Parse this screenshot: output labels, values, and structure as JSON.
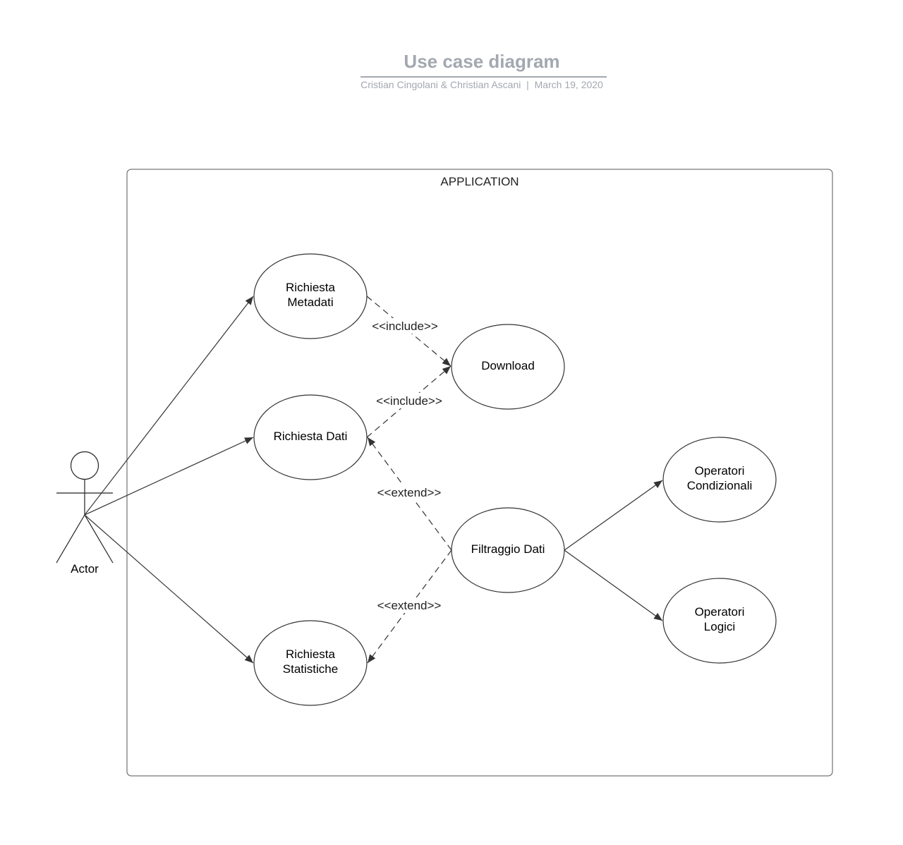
{
  "header": {
    "title": "Use case diagram",
    "authors": "Cristian Cingolani & Christian Ascani",
    "separator": "|",
    "date": "March 19, 2020"
  },
  "system": {
    "label": "APPLICATION"
  },
  "actor": {
    "label": "Actor"
  },
  "use_cases": {
    "richiesta_metadati": {
      "line1": "Richiesta",
      "line2": "Metadati"
    },
    "download": {
      "line1": "Download"
    },
    "richiesta_dati": {
      "line1": "Richiesta Dati"
    },
    "filtraggio_dati": {
      "line1": "Filtraggio Dati"
    },
    "operatori_condizionali": {
      "line1": "Operatori",
      "line2": "Condizionali"
    },
    "operatori_logici": {
      "line1": "Operatori",
      "line2": "Logici"
    },
    "richiesta_statistiche": {
      "line1": "Richiesta",
      "line2": "Statistiche"
    }
  },
  "relations": {
    "include_metadati": "<<include>>",
    "include_dati": "<<include>>",
    "extend_dati": "<<extend>>",
    "extend_statistiche": "<<extend>>"
  },
  "colors": {
    "header": "#a3a8b0",
    "line": "#333333"
  }
}
